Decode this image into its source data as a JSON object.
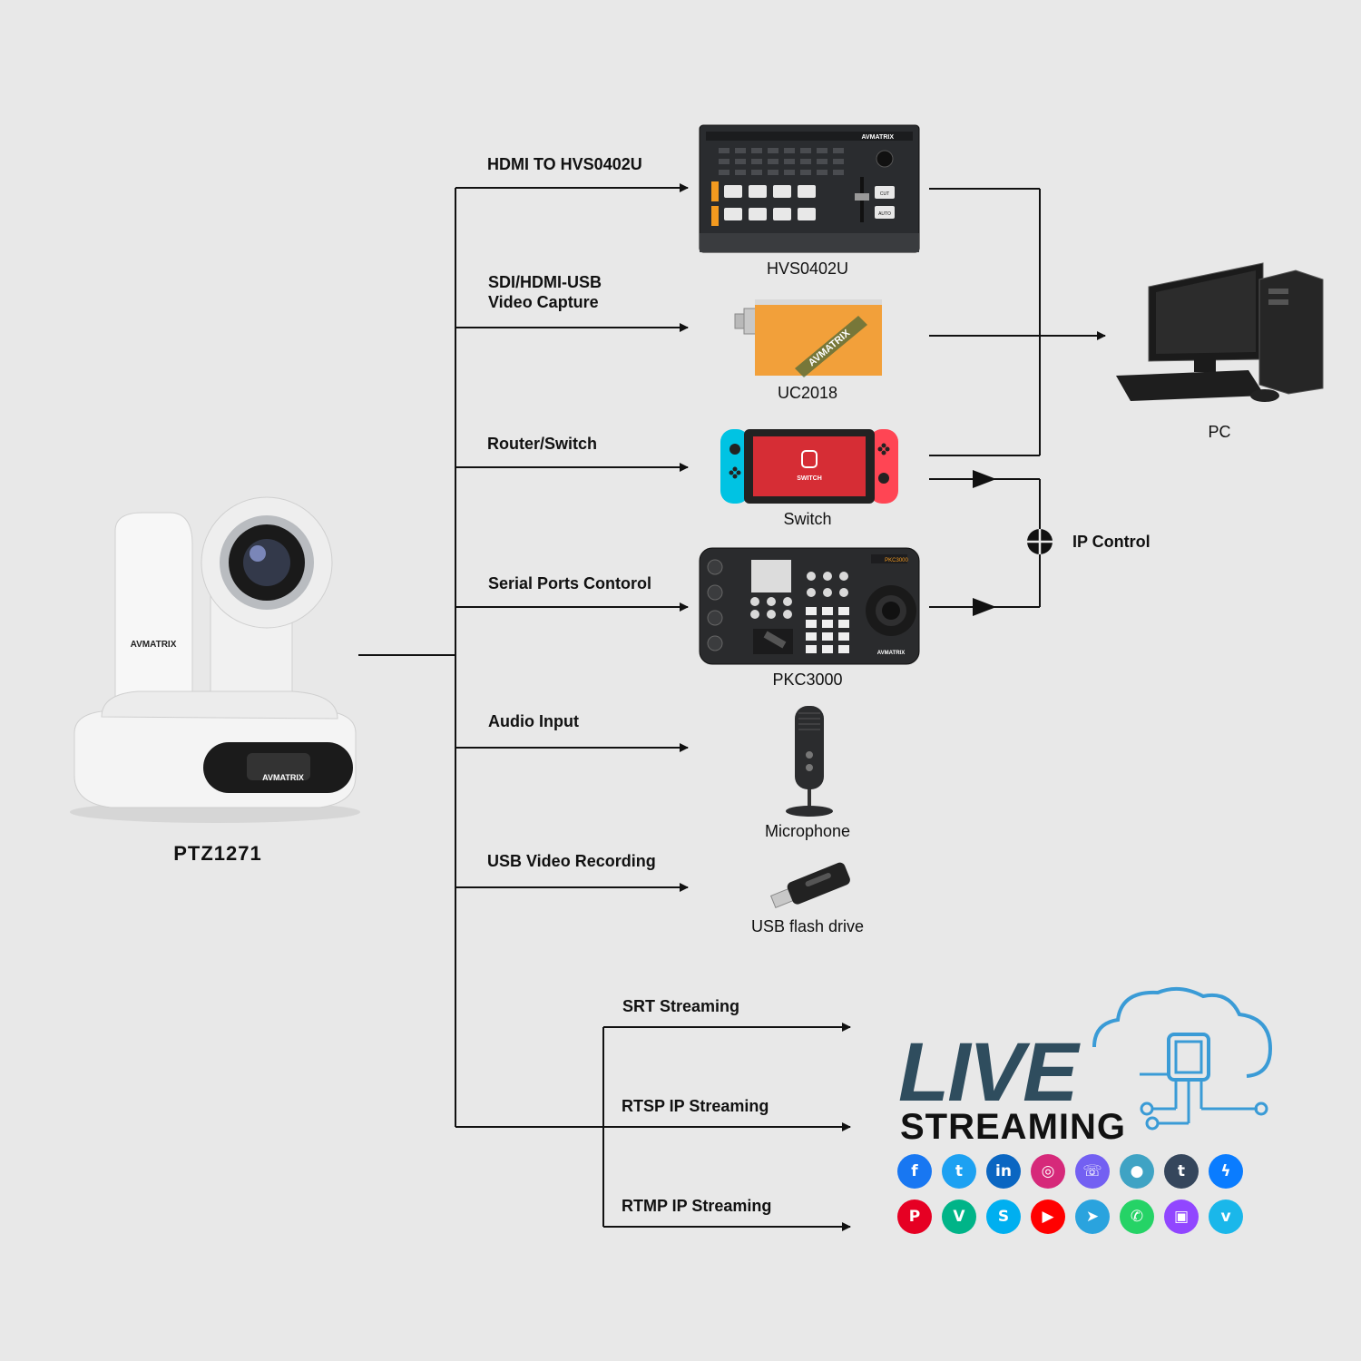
{
  "camera": {
    "name": "PTZ1271",
    "brand": "AVMATRIX"
  },
  "connections": {
    "hdmi": "HDMI TO HVS0402U",
    "capture_line1": "SDI/HDMI-USB",
    "capture_line2": "Video Capture",
    "router": "Router/Switch",
    "serial": "Serial Ports Contorol",
    "audio": "Audio Input",
    "usb": "USB Video Recording",
    "srt": "SRT Streaming",
    "rtsp": "RTSP IP Streaming",
    "rtmp": "RTMP IP Streaming",
    "ip_control": "IP Control"
  },
  "devices": {
    "switcher": "HVS0402U",
    "capture": "UC2018",
    "network": "Switch",
    "keyboard": "PKC3000",
    "mic": "Microphone",
    "usb_drive": "USB flash drive",
    "pc": "PC"
  },
  "device_text": {
    "switcher_btn_cut": "CUT",
    "switcher_btn_auto": "AUTO",
    "nintendo": "SWITCH",
    "keyboard_model": "PKC3000"
  },
  "live_streaming": {
    "word1": "LIVE",
    "word2": "STREAMING"
  },
  "social_icons": [
    {
      "name": "facebook-icon",
      "glyph": "f",
      "color": "#1877f2"
    },
    {
      "name": "twitter-icon",
      "glyph": "t",
      "color": "#1da1f2"
    },
    {
      "name": "linkedin-icon",
      "glyph": "in",
      "color": "#0a66c2"
    },
    {
      "name": "instagram-icon",
      "glyph": "◎",
      "color": "#d6297a"
    },
    {
      "name": "viber-icon",
      "glyph": "☏",
      "color": "#7360f2"
    },
    {
      "name": "periscope-icon",
      "glyph": "●",
      "color": "#3fa3c4"
    },
    {
      "name": "tumblr-icon",
      "glyph": "t",
      "color": "#35465c"
    },
    {
      "name": "messenger-icon",
      "glyph": "ϟ",
      "color": "#0a7cff"
    },
    {
      "name": "pinterest-icon",
      "glyph": "P",
      "color": "#e60023"
    },
    {
      "name": "vine-icon",
      "glyph": "V",
      "color": "#00b488"
    },
    {
      "name": "skype-icon",
      "glyph": "S",
      "color": "#00aff0"
    },
    {
      "name": "youtube-icon",
      "glyph": "▶",
      "color": "#ff0000"
    },
    {
      "name": "telegram-icon",
      "glyph": "➤",
      "color": "#2aa3de"
    },
    {
      "name": "whatsapp-icon",
      "glyph": "✆",
      "color": "#25d366"
    },
    {
      "name": "twitch-icon",
      "glyph": "▣",
      "color": "#9146ff"
    },
    {
      "name": "vimeo-icon",
      "glyph": "v",
      "color": "#1ab7ea"
    }
  ]
}
